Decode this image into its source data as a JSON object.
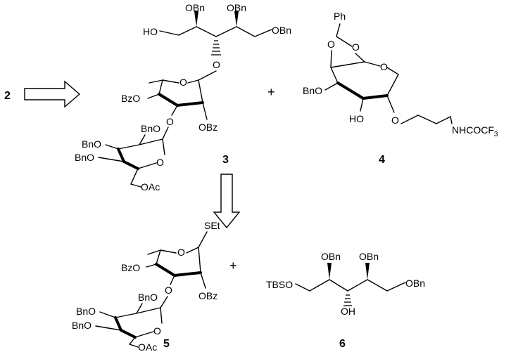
{
  "compounds": {
    "c2": "2",
    "c3": "3",
    "c4": "4",
    "c5": "5",
    "c6": "6"
  },
  "operators": {
    "plus": "+"
  },
  "groups": {
    "obn": "OBn",
    "bno": "BnO",
    "bzo": "BzO",
    "obz": "OBz",
    "oac": "OAc",
    "ho": "HO",
    "oh": "OH",
    "o": "O",
    "ph": "Ph",
    "set": "SEt",
    "tbso": "TBSO",
    "nh": "NHCOCF",
    "sub3": "3"
  }
}
